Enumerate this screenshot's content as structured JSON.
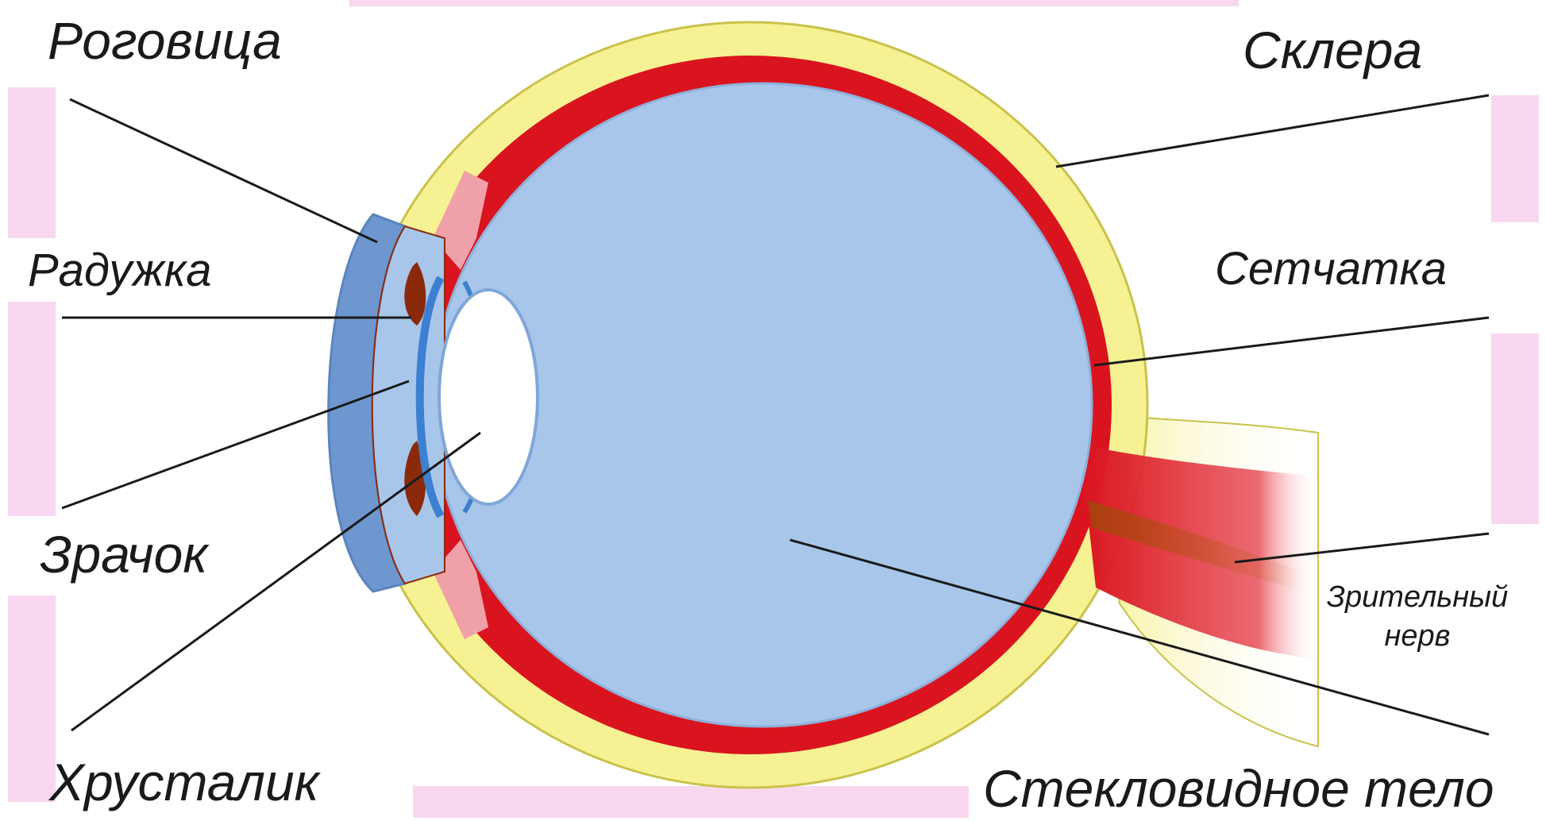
{
  "labels": {
    "cornea": "Роговица",
    "sclera": "Склера",
    "iris": "Радужка",
    "retina": "Сетчатка",
    "pupil": "Зрачок",
    "optic_nerve_line1": "Зрительный",
    "optic_nerve_line2": "нерв",
    "lens": "Хрусталик",
    "vitreous": "Стекловидное тело"
  },
  "colors": {
    "sclera": "#f6f193",
    "sclera_outline": "#c9c24a",
    "choroid": "#d9141f",
    "vitreous": "#a7c6ea",
    "cornea": "#6f97cf",
    "iris": "#8a2a0a",
    "lens": "#ffffff",
    "ciliary": "#f0a0a8",
    "nerve": "#b5481a",
    "leader_line": "#1a1a1a",
    "frame_pink": "#f8d8f0"
  }
}
